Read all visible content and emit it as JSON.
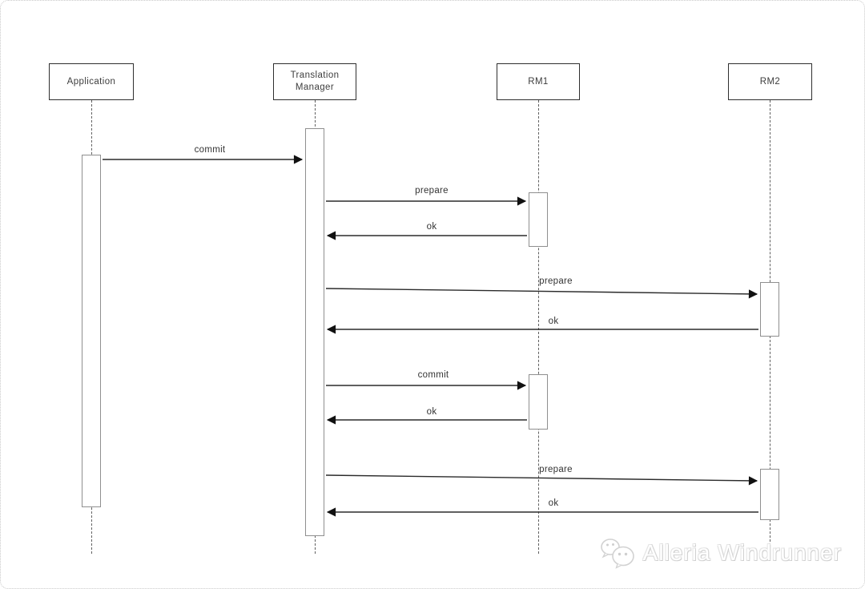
{
  "diagram": {
    "title": "two-phase-commit-sequence",
    "actors": [
      {
        "label": "Application"
      },
      {
        "label": "Translation Manager"
      },
      {
        "label": "RM1"
      },
      {
        "label": "RM2"
      }
    ],
    "messages": [
      {
        "label": "commit",
        "from": "Application",
        "to": "Translation Manager"
      },
      {
        "label": "prepare",
        "from": "Translation Manager",
        "to": "RM1"
      },
      {
        "label": "ok",
        "from": "RM1",
        "to": "Translation Manager"
      },
      {
        "label": "prepare",
        "from": "Translation Manager",
        "to": "RM2"
      },
      {
        "label": "ok",
        "from": "RM2",
        "to": "Translation Manager"
      },
      {
        "label": "commit",
        "from": "Translation Manager",
        "to": "RM1"
      },
      {
        "label": "ok",
        "from": "RM1",
        "to": "Translation Manager"
      },
      {
        "label": "prepare",
        "from": "Translation Manager",
        "to": "RM2"
      },
      {
        "label": "ok",
        "from": "RM2",
        "to": "Translation Manager"
      }
    ]
  },
  "watermark": {
    "text": "Alleria Windrunner",
    "icon": "wechat-icon"
  },
  "colors": {
    "background": "#ffffff",
    "actor_border": "#2f2f2f",
    "lifeline": "#606060",
    "activation_border": "#8f8f8f",
    "arrow": "#2b2b2b",
    "label_text": "#333333",
    "watermark_gray": "#d2d2d2",
    "page_border": "#c9c9c9"
  }
}
